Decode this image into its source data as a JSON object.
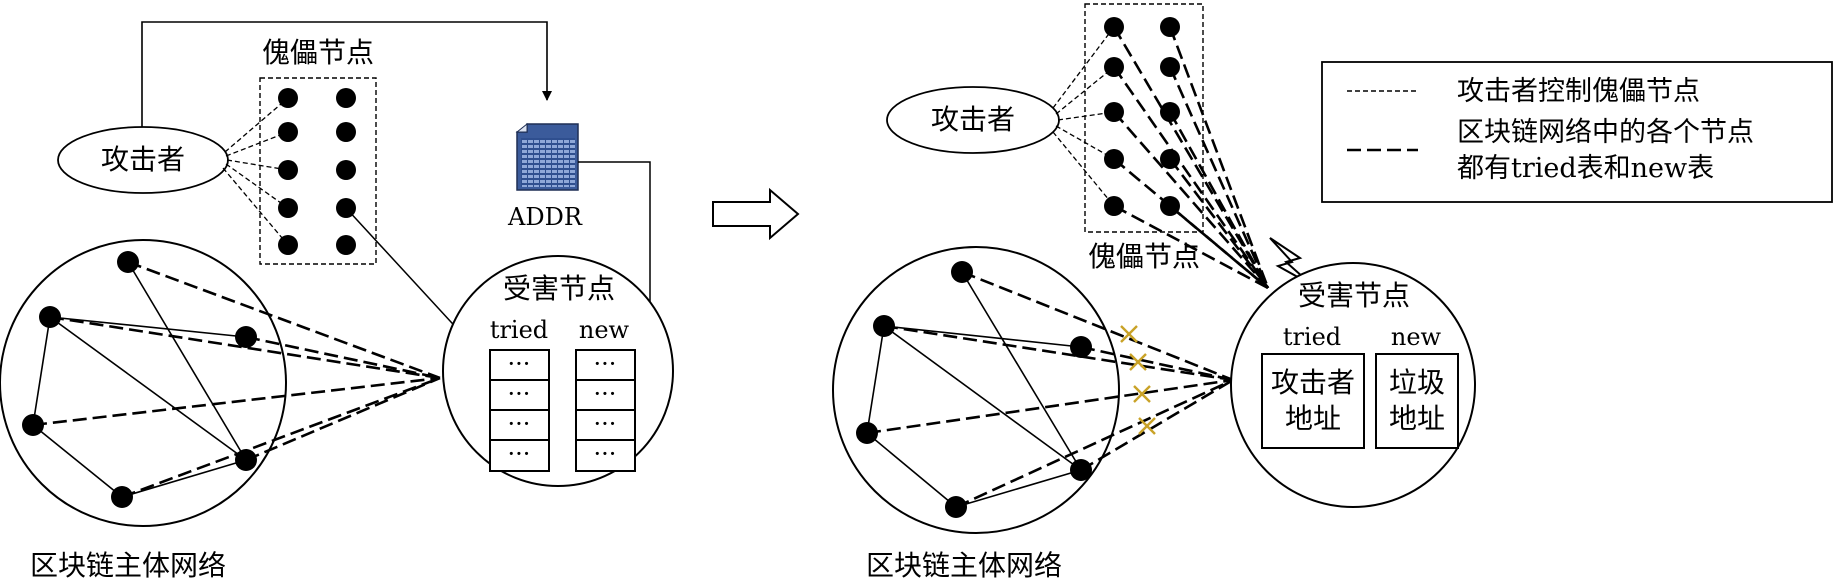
{
  "left": {
    "attacker": "攻击者",
    "puppet_title": "傀儡节点",
    "addr": "ADDR",
    "victim_title": "受害节点",
    "tried": "tried",
    "new": "new",
    "cell_text": "···",
    "network_caption": "区块链主体网络"
  },
  "right": {
    "attacker": "攻击者",
    "puppet_title": "傀儡节点",
    "victim_title": "受害节点",
    "tried": "tried",
    "new": "new",
    "tried_box": [
      "攻击者",
      "地址"
    ],
    "new_box": [
      "垃圾",
      "地址"
    ],
    "network_caption": "区块链主体网络"
  },
  "legend": {
    "items": [
      {
        "style": "short-dash",
        "label": [
          "攻击者控制傀儡节点"
        ]
      },
      {
        "style": "long-dash",
        "label": [
          "区块链网络中的各个节点",
          "都有tried表和new表"
        ]
      }
    ]
  },
  "colors": {
    "ink": "#000000",
    "cross": "#c9a227",
    "addr_icon": "#3b5b9b"
  },
  "icons": [
    "addr-document-icon",
    "transition-arrow-icon",
    "lightning-icon",
    "blocked-cross-icon"
  ]
}
